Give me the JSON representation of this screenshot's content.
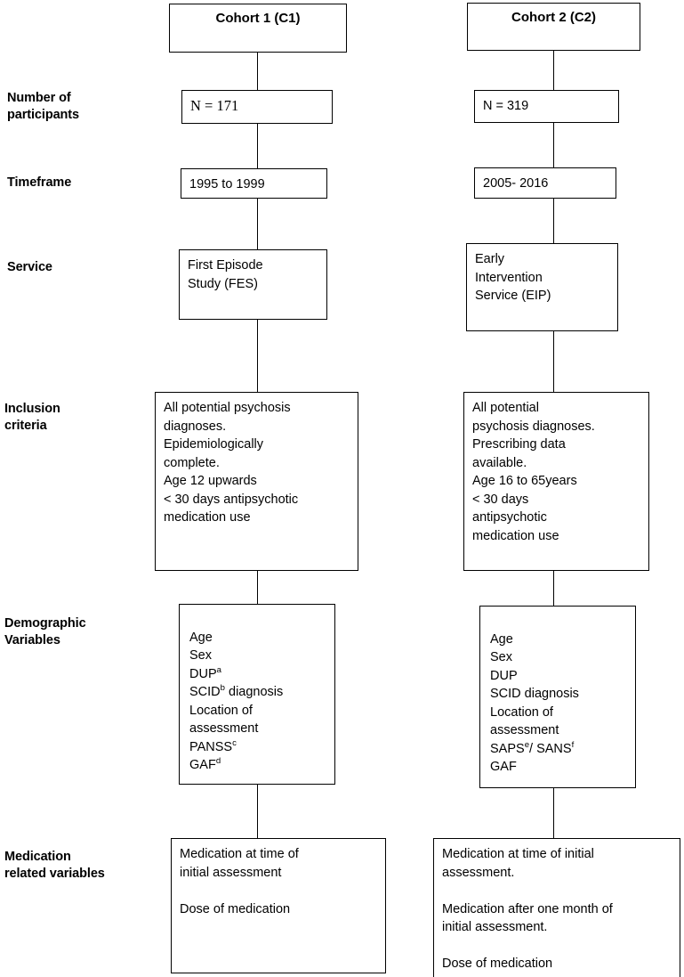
{
  "figure": {
    "title": "Cohort comparison flowchart",
    "line_color": "#000000",
    "background": "#ffffff"
  },
  "row_labels": [
    {
      "id": "number-of-participants",
      "text": "Number of\nparticipants"
    },
    {
      "id": "timeframe",
      "text": "Timeframe"
    },
    {
      "id": "service",
      "text": "Service"
    },
    {
      "id": "inclusion-criteria",
      "text": "Inclusion\ncriteria"
    },
    {
      "id": "demographic-variables",
      "text": "Demographic\nVariables"
    },
    {
      "id": "medication-related-variables",
      "text": "Medication\nrelated variables"
    }
  ],
  "columns": {
    "c1": {
      "header": "Cohort 1 (C1)",
      "participants": "N = 171",
      "timeframe": "1995 to 1999",
      "service": "First Episode\nStudy (FES)",
      "inclusion": "All potential psychosis\ndiagnoses.\nEpidemiologically\ncomplete.\nAge 12 upwards\n< 30 days antipsychotic\nmedication use",
      "demographics": [
        {
          "label": "Age",
          "sup": ""
        },
        {
          "label": "Sex",
          "sup": ""
        },
        {
          "label": "DUP",
          "sup": "a"
        },
        {
          "label": "SCID",
          "sup": "b",
          "suffix": " diagnosis"
        },
        {
          "label": "Location of",
          "sup": ""
        },
        {
          "label": "assessment",
          "sup": ""
        },
        {
          "label": "PANSS",
          "sup": "c"
        },
        {
          "label": "GAF",
          "sup": "d"
        }
      ],
      "medication": "Medication at time of\ninitial assessment\n\nDose of medication"
    },
    "c2": {
      "header": "Cohort 2 (C2)",
      "participants": "N = 319",
      "timeframe": "2005- 2016",
      "service": "Early\nIntervention\nService (EIP)",
      "inclusion": "All potential\npsychosis diagnoses.\nPrescribing data\navailable.\nAge 16 to 65years\n< 30 days\nantipsychotic\nmedication use",
      "demographics": [
        {
          "label": "Age",
          "sup": ""
        },
        {
          "label": "Sex",
          "sup": ""
        },
        {
          "label": "DUP",
          "sup": ""
        },
        {
          "label": "SCID diagnosis",
          "sup": ""
        },
        {
          "label": "Location of",
          "sup": ""
        },
        {
          "label": "assessment",
          "sup": ""
        },
        {
          "label": "SAPS",
          "sup": "e",
          "suffix": "/ SANS",
          "sup2": "f"
        },
        {
          "label": "GAF",
          "sup": ""
        }
      ],
      "medication": "Medication at time of initial\nassessment.\n\nMedication after one month of\ninitial assessment.\n\nDose of medication"
    }
  }
}
